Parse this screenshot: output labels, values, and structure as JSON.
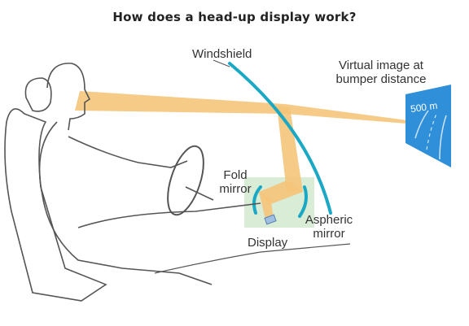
{
  "title": "How does a head-up display work?",
  "labels": {
    "windshield": "Windshield",
    "virtual_image_line1": "Virtual image at",
    "virtual_image_line2": "bumper distance",
    "fold_mirror_line1": "Fold",
    "fold_mirror_line2": "mirror",
    "aspheric_mirror_line1": "Aspheric",
    "aspheric_mirror_line2": "mirror",
    "display": "Display",
    "distance_readout": "500 m"
  },
  "colors": {
    "light_beam": "#f5c47a",
    "windshield": "#1aa8c4",
    "mirror": "#1aa8c4",
    "projection_panel": "#2f8fd8",
    "housing": "#d8ecd6",
    "outline": "#555555"
  }
}
